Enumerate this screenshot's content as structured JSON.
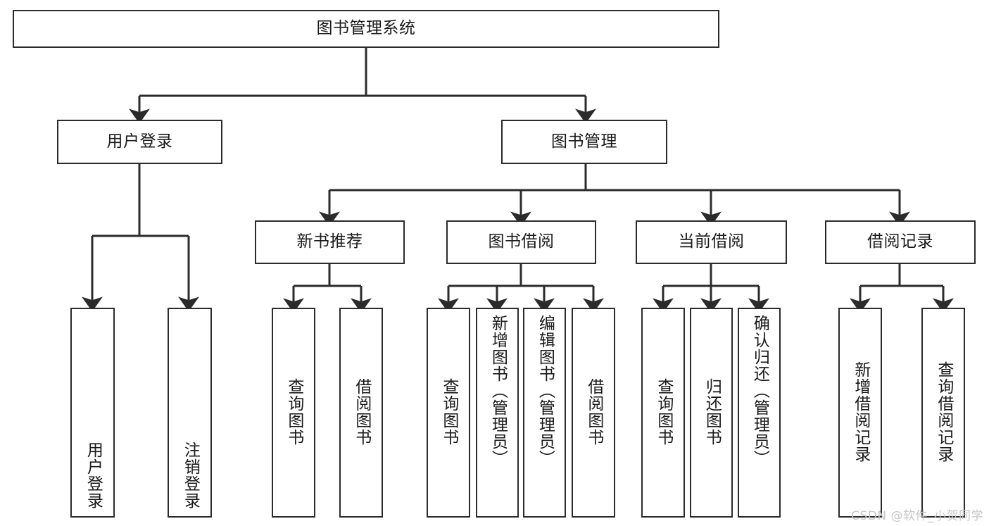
{
  "diagram": {
    "type": "hierarchy-tree",
    "title": "图书管理系统",
    "watermark": "CSDN @软件_小贺同学",
    "colors": {
      "stroke": "#2b2b2b",
      "fill": "#ffffff",
      "text": "#1a1a1a",
      "watermark": "#c6c6c6"
    },
    "levels": {
      "root": "图书管理系统",
      "level2": [
        "用户登录",
        "图书管理"
      ],
      "level3": [
        "新书推荐",
        "图书借阅",
        "当前借阅",
        "借阅记录"
      ]
    },
    "nodes": {
      "root": {
        "label": "图书管理系统"
      },
      "user_login": {
        "label": "用户登录"
      },
      "book_manage": {
        "label": "图书管理"
      },
      "new_book_rec": {
        "label": "新书推荐"
      },
      "book_borrow": {
        "label": "图书借阅"
      },
      "current_borrow": {
        "label": "当前借阅"
      },
      "borrow_record": {
        "label": "借阅记录"
      },
      "leaf_user_login": {
        "label": "用户登录"
      },
      "leaf_user_logout": {
        "label": "注销登录"
      },
      "leaf_rec_query": {
        "label": "查询图书"
      },
      "leaf_rec_borrow": {
        "label": "借阅图书"
      },
      "leaf_borrow_query": {
        "label": "查询图书"
      },
      "leaf_borrow_add": {
        "label": "新增图书（管理员）"
      },
      "leaf_borrow_edit": {
        "label": "编辑图书（管理员）"
      },
      "leaf_borrow_do": {
        "label": "借阅图书"
      },
      "leaf_cur_query": {
        "label": "查询图书"
      },
      "leaf_cur_return": {
        "label": "归还图书"
      },
      "leaf_cur_confirm": {
        "label": "确认归还（管理员）"
      },
      "leaf_rec_add": {
        "label": "新增借阅记录"
      },
      "leaf_rec_query_log": {
        "label": "查询借阅记录"
      }
    },
    "edges": [
      {
        "from": "root",
        "to": "user_login"
      },
      {
        "from": "root",
        "to": "book_manage"
      },
      {
        "from": "user_login",
        "to": "leaf_user_login"
      },
      {
        "from": "user_login",
        "to": "leaf_user_logout"
      },
      {
        "from": "book_manage",
        "to": "new_book_rec"
      },
      {
        "from": "book_manage",
        "to": "book_borrow"
      },
      {
        "from": "book_manage",
        "to": "current_borrow"
      },
      {
        "from": "book_manage",
        "to": "borrow_record"
      },
      {
        "from": "new_book_rec",
        "to": "leaf_rec_query"
      },
      {
        "from": "new_book_rec",
        "to": "leaf_rec_borrow"
      },
      {
        "from": "book_borrow",
        "to": "leaf_borrow_query"
      },
      {
        "from": "book_borrow",
        "to": "leaf_borrow_add"
      },
      {
        "from": "book_borrow",
        "to": "leaf_borrow_edit"
      },
      {
        "from": "book_borrow",
        "to": "leaf_borrow_do"
      },
      {
        "from": "current_borrow",
        "to": "leaf_cur_query"
      },
      {
        "from": "current_borrow",
        "to": "leaf_cur_return"
      },
      {
        "from": "current_borrow",
        "to": "leaf_cur_confirm"
      },
      {
        "from": "borrow_record",
        "to": "leaf_rec_add"
      },
      {
        "from": "borrow_record",
        "to": "leaf_rec_query_log"
      }
    ]
  }
}
